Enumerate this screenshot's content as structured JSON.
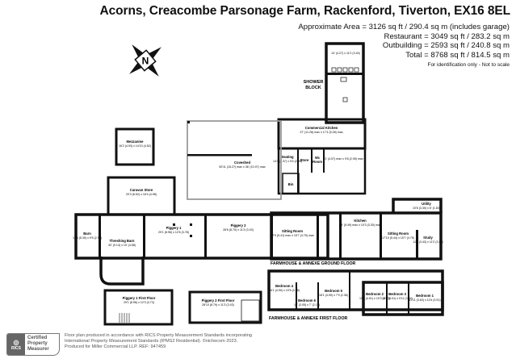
{
  "header": {
    "title": "Acorns, Creacombe Parsonage Farm, Rackenford, Tiverton, EX16 8EL",
    "areas": [
      "Approximate Area = 3126 sq ft / 290.4 sq m (includes garage)",
      "Restaurant = 3049 sq ft / 283.2 sq m",
      "Outbuilding = 2593 sq ft / 240.8 sq m",
      "Total = 8768 sq ft / 814.5 sq m"
    ],
    "note": "For identification only - Not to scale"
  },
  "compass": {
    "letter": "N"
  },
  "rooms": {
    "shower_top": {
      "dims": "14' (4.27) x 11'2 (3.40)"
    },
    "shower_block": {
      "name": "SHOWER",
      "name2": "BLOCK"
    },
    "commercial_kitchen": {
      "name": "Commercial Kitchen",
      "dims": "37' (11.28) max x 17'4 (5.28) max"
    },
    "seating": {
      "name": "Seating",
      "dims": "14'4 (4.37) x 9'4 (2.85)"
    },
    "store": {
      "name": "Store"
    },
    "wc": {
      "name": "Wc",
      "name2": "Room"
    },
    "restaurant_room": {
      "dims": "13' (4.57) max x 9'8 (2.95) max"
    },
    "bin": {
      "name": "Bin"
    },
    "coveshed": {
      "name": "Coveshed",
      "dims": "50'11 (15.27) max x 36' (10.97) max"
    },
    "mezzanine": {
      "name": "Mezzanine",
      "dims": "16'2 (4.93) x 14'10 (4.52)"
    },
    "caravan_store": {
      "name": "Caravan Store",
      "dims": "20'3 (6.52) x 16'4 (4.98)"
    },
    "barn": {
      "name": "Barn",
      "dims": "17'6 (5.30) x 9'5 (2.90)"
    },
    "threshing_barn": {
      "name": "Threshing Barn",
      "dims": "30' (9.14) x 15' (4.58)"
    },
    "piggery_1": {
      "name": "Piggery 1",
      "dims": "29'1 (8.96) x 12'6 (3.78)"
    },
    "piggery_2": {
      "name": "Piggery 2",
      "dims": "28'6 (8.70) x 11'3 (3.43)"
    },
    "sitting_room_1": {
      "name": "Sitting Room",
      "dims": "17'9 (5.41) max x 15'7 (4.75) max"
    },
    "kitchen": {
      "name": "Kitchen",
      "dims": "18' (5.49) max x 10'3 (3.30) max"
    },
    "sitting_room_2": {
      "name": "Sitting Room",
      "dims": "17'10 (5.44) x 15'7 (4.75)"
    },
    "utility": {
      "name": "Utility",
      "dims": "10'6 (3.30) x 6' (1.83)"
    },
    "study": {
      "name": "Study",
      "dims": "11'3 (3.43) x 11'2 (3.40)"
    },
    "piggery_1_ff": {
      "name": "Piggery 1 First Floor",
      "dims": "29'1 (8.96) x 12'3 (3.73)"
    },
    "piggery_2_ff": {
      "name": "Piggery 2 First Floor",
      "dims": "28'10 (8.79) x 11'3 (3.43)"
    },
    "bedroom_4": {
      "name": "Bedroom 4",
      "dims": "16'1 (4.90) x 10'5 (3.18)"
    },
    "bedroom_6": {
      "name": "Bedroom 6",
      "dims": "10' (3.05) x 7' (2.13)"
    },
    "bedroom_5": {
      "name": "Bedroom 5",
      "dims": "16'1 (4.90) x 7'9 (2.36)"
    },
    "bedroom_2": {
      "name": "Bedroom 2",
      "dims": "13'2 (4.01) x 10'3 (3.13)"
    },
    "bedroom_3": {
      "name": "Bedroom 3",
      "dims": "13'2 (4.01) x 9'11 (3.02)"
    },
    "bedroom_1": {
      "name": "Bedroom 1",
      "dims": "11'11 (3.63) x 11'6 (3.51)"
    }
  },
  "floor_labels": {
    "ground": "FARMHOUSE & ANNEXE GROUND FLOOR",
    "first": "FARMHOUSE & ANNEXE FIRST FLOOR"
  },
  "footer": {
    "logo_text": [
      "RICS",
      "Certified",
      "Property",
      "Measurer"
    ],
    "text": [
      "Floor plan produced in accordance with RICS Property Measurement Standards incorporating",
      "International Property Measurement Standards (IPMS2 Residential). ©nichecom 2023.",
      "Produced for Miller Commercial LLP.   REF: 947459"
    ]
  }
}
